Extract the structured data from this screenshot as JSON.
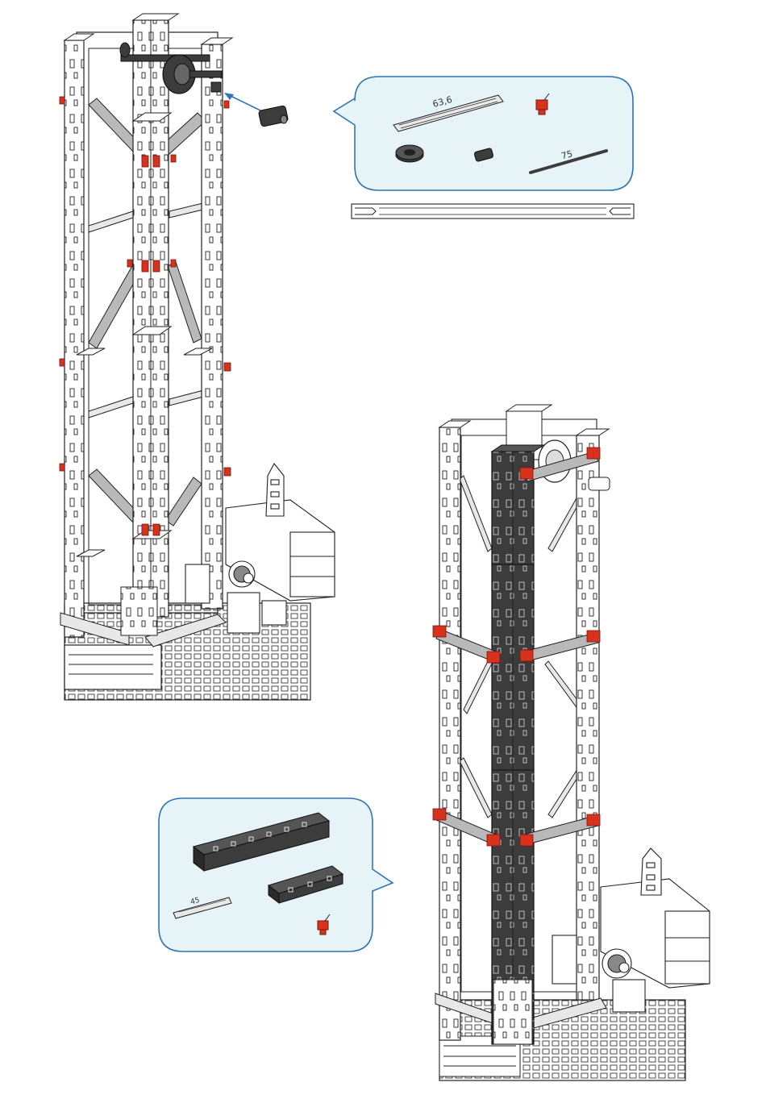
{
  "colors": {
    "callout_fill": "#e6f3f7",
    "callout_stroke": "#2f74b5",
    "arrow": "#2f74b5",
    "part_white": "#ffffff",
    "part_outline": "#222222",
    "part_dark": "#3c3c3c",
    "part_red": "#d6321e",
    "strut_grey": "#b9b9b9"
  },
  "step1": {
    "parts": [
      {
        "icon": "strut-icon",
        "label": "63,6"
      },
      {
        "icon": "red-connector-icon",
        "label": ""
      },
      {
        "icon": "pulley-wheel-icon",
        "label": ""
      },
      {
        "icon": "black-coupling-icon",
        "label": ""
      },
      {
        "icon": "metal-axle-icon",
        "label": "75"
      }
    ]
  },
  "step2": {
    "parts": [
      {
        "icon": "black-building-block-long-icon",
        "label": ""
      },
      {
        "icon": "black-building-block-short-icon",
        "label": ""
      },
      {
        "icon": "strut-icon",
        "label": "45"
      },
      {
        "icon": "red-connector-icon",
        "label": ""
      }
    ]
  }
}
